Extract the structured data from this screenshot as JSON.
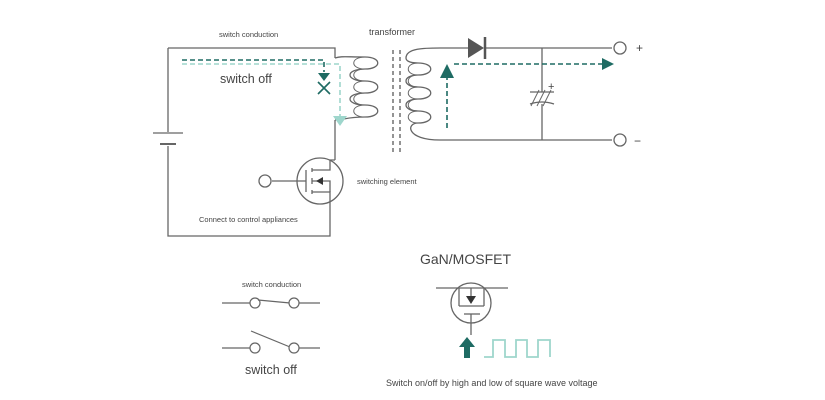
{
  "circuit": {
    "switch_conduction_label": "switch conduction",
    "switch_off_label": "switch off",
    "transformer_label": "transformer",
    "plus_terminal": "+",
    "minus_terminal": "−",
    "capacitor_polarity": "+",
    "switching_element_label": "switching element",
    "control_label": "Connect to control appliances"
  },
  "legend": {
    "switch_conduction_label": "switch conduction",
    "switch_off_label": "switch off"
  },
  "device": {
    "title": "GaN/MOSFET",
    "caption": "Switch on/off by high and low of square wave voltage"
  },
  "colors": {
    "line": "#666666",
    "accent_dark": "#1e6b63",
    "accent_light": "#9ed6cc",
    "diode": "#555555"
  }
}
